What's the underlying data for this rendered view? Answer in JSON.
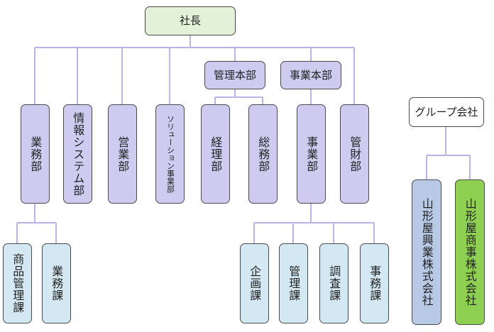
{
  "ceo": "社長",
  "divisions": {
    "kanri_honbu": "管理本部",
    "jigyo_honbu": "事業本部"
  },
  "departments": {
    "gyomu": "業務部",
    "joho": "情報システム部",
    "eigyo": "営業部",
    "solution": "ソリューション事業部",
    "keiri": "経理部",
    "somu": "総務部",
    "jigyo": "事業部",
    "zaimu": "管財部"
  },
  "sections": {
    "shohin": "商品管理課",
    "gyomuka": "業務課",
    "kikaku": "企画課",
    "kanri": "管理課",
    "chosa": "調査課",
    "jimu": "事務課"
  },
  "group": {
    "title": "グループ会社",
    "company1": "山形屋興業株式会社",
    "company2": "山形屋商事株式会社"
  }
}
